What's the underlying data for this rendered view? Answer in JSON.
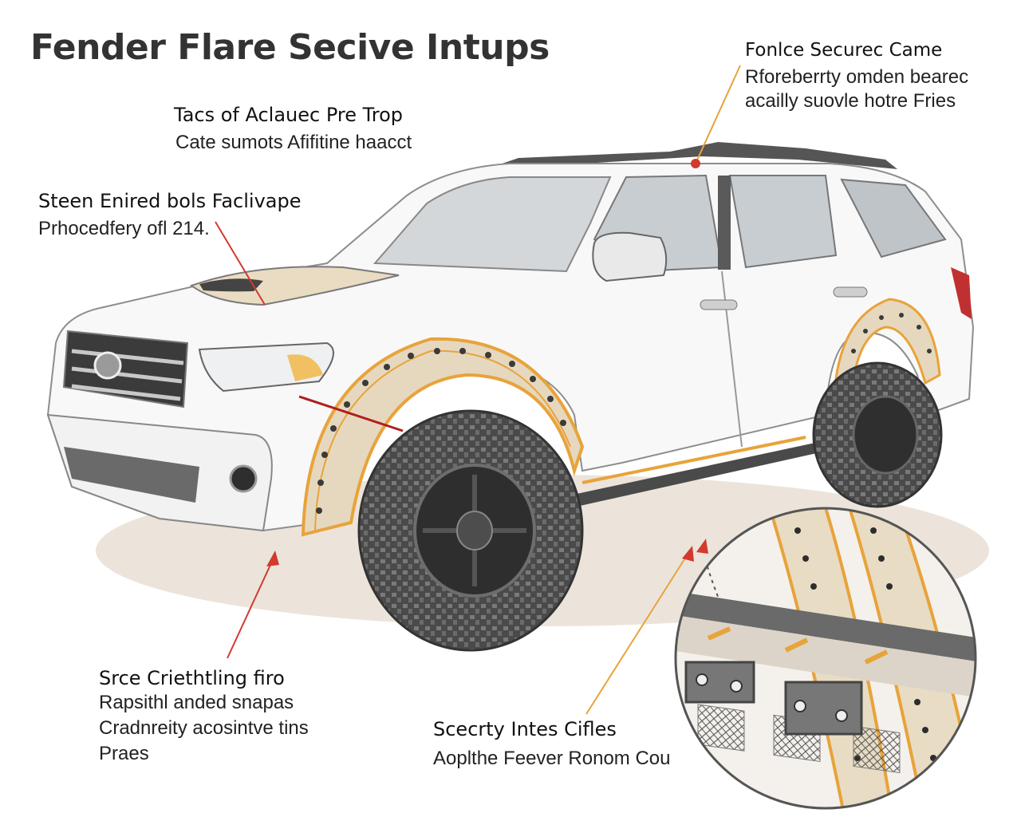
{
  "title": "Fender Flare Secive Intups",
  "callouts": {
    "top_left": {
      "heading": "Tacs of Aclauec Pre Trop",
      "lines": [
        "Cate sumots Afifitine haacct"
      ]
    },
    "left": {
      "heading": "Steen Enired bols Faclivape",
      "lines": [
        "Prhocedfery ofl 214."
      ]
    },
    "top_right": {
      "heading": "Fonlce Securec Came",
      "lines": [
        "Rforeberrty omden bearec",
        "acailly suovle hotre Fries"
      ]
    },
    "bottom_left": {
      "heading": "Srce Criethtling firo",
      "lines": [
        "Rapsithl anded snapas",
        "Cradnreity acosintve tins",
        "Praes"
      ]
    },
    "bottom_center": {
      "heading": "Scecrty Intes Cifles",
      "lines": [
        "Aoplthe Feever Ronom Cou"
      ]
    }
  },
  "colors": {
    "accent_orange": "#e8a33a",
    "callout_red": "#d23a2e",
    "flare_tan": "#e6d8bf",
    "body_white": "#f7f7f7",
    "trim_gray": "#6e6e70"
  },
  "icons": {
    "vehicle": "suv-illustration",
    "detail": "magnified-fender-detail"
  }
}
